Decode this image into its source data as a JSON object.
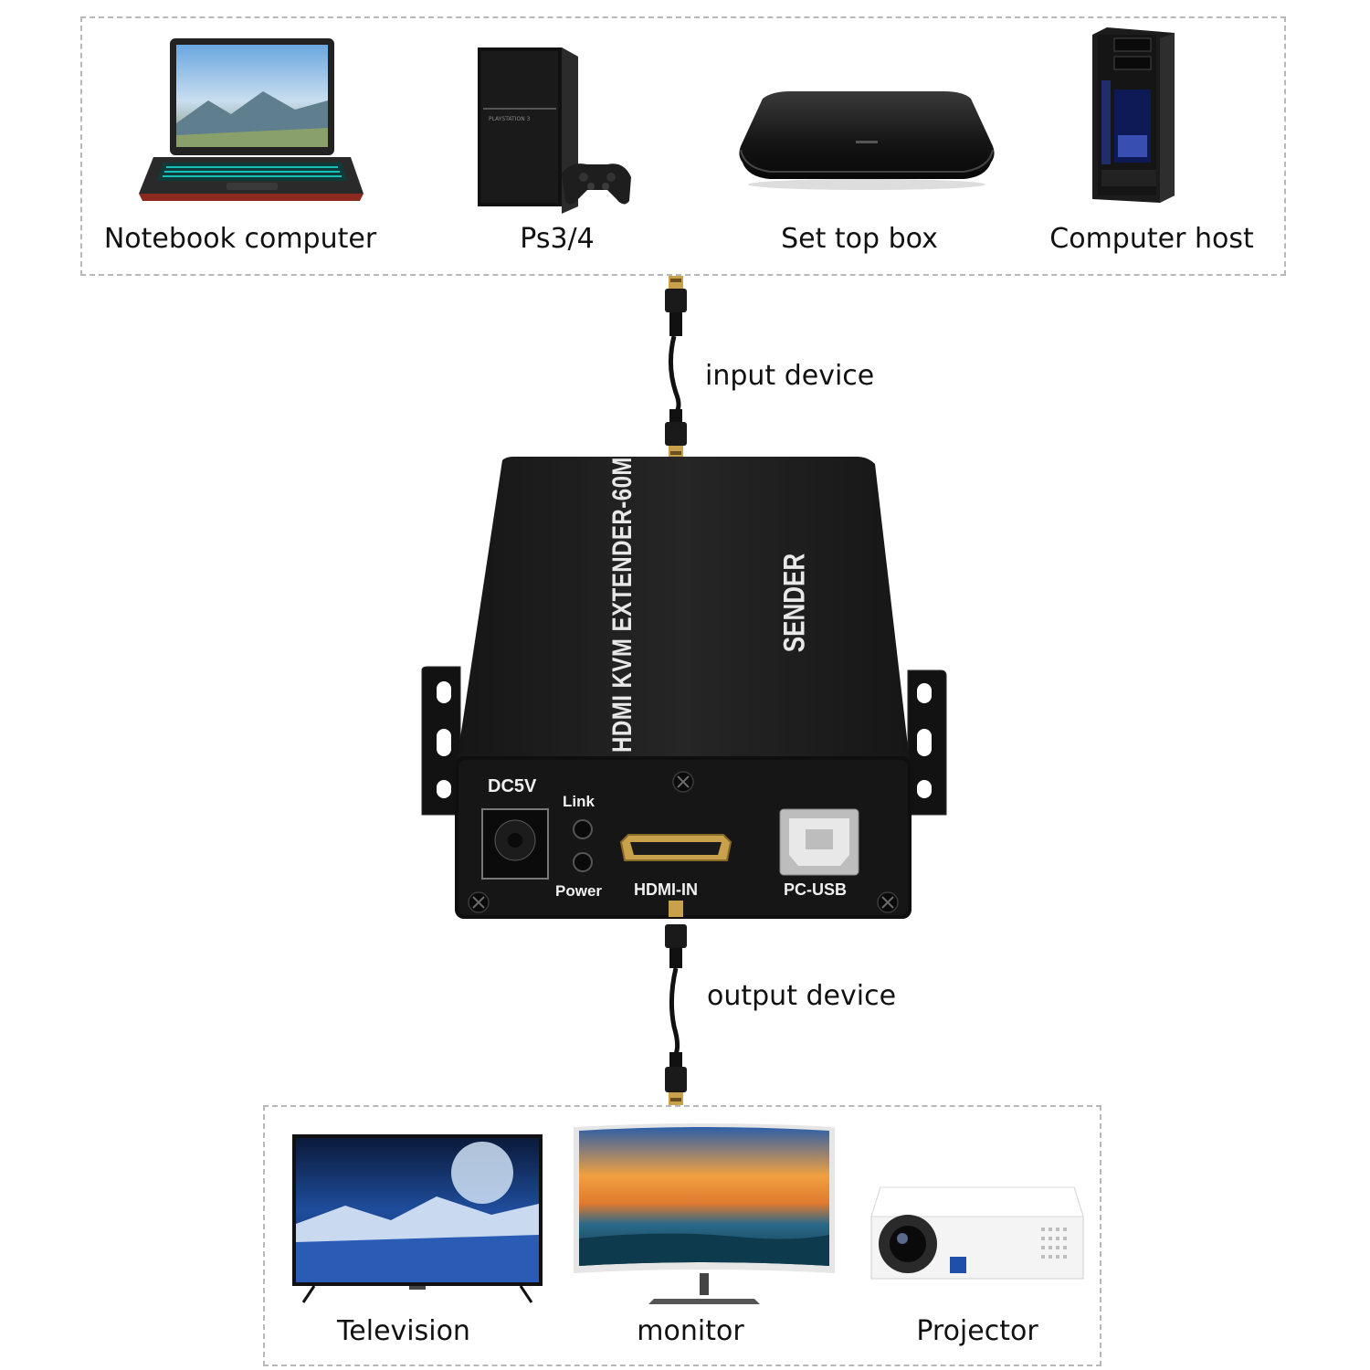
{
  "inputs": {
    "items": [
      {
        "label": "Notebook computer",
        "icon": "laptop-icon"
      },
      {
        "label": "Ps3/4",
        "icon": "game-console-icon"
      },
      {
        "label": "Set top box",
        "icon": "set-top-box-icon"
      },
      {
        "label": "Computer host",
        "icon": "pc-tower-icon"
      }
    ]
  },
  "cables": {
    "input_label": "input device",
    "output_label": "output device"
  },
  "extender": {
    "top_text": "HDMI KVM EXTENDER-60M",
    "side_text": "SENDER",
    "ports": {
      "dc": "DC5V",
      "link": "Link",
      "power": "Power",
      "hdmi": "HDMI-IN",
      "usb": "PC-USB"
    }
  },
  "outputs": {
    "items": [
      {
        "label": "Television",
        "icon": "television-icon"
      },
      {
        "label": "monitor",
        "icon": "monitor-icon"
      },
      {
        "label": "Projector",
        "icon": "projector-icon"
      }
    ]
  },
  "colors": {
    "device_body": "#1b1b1b",
    "panel_border": "#b8b8b8",
    "hdmi_gold": "#c9a14a"
  }
}
